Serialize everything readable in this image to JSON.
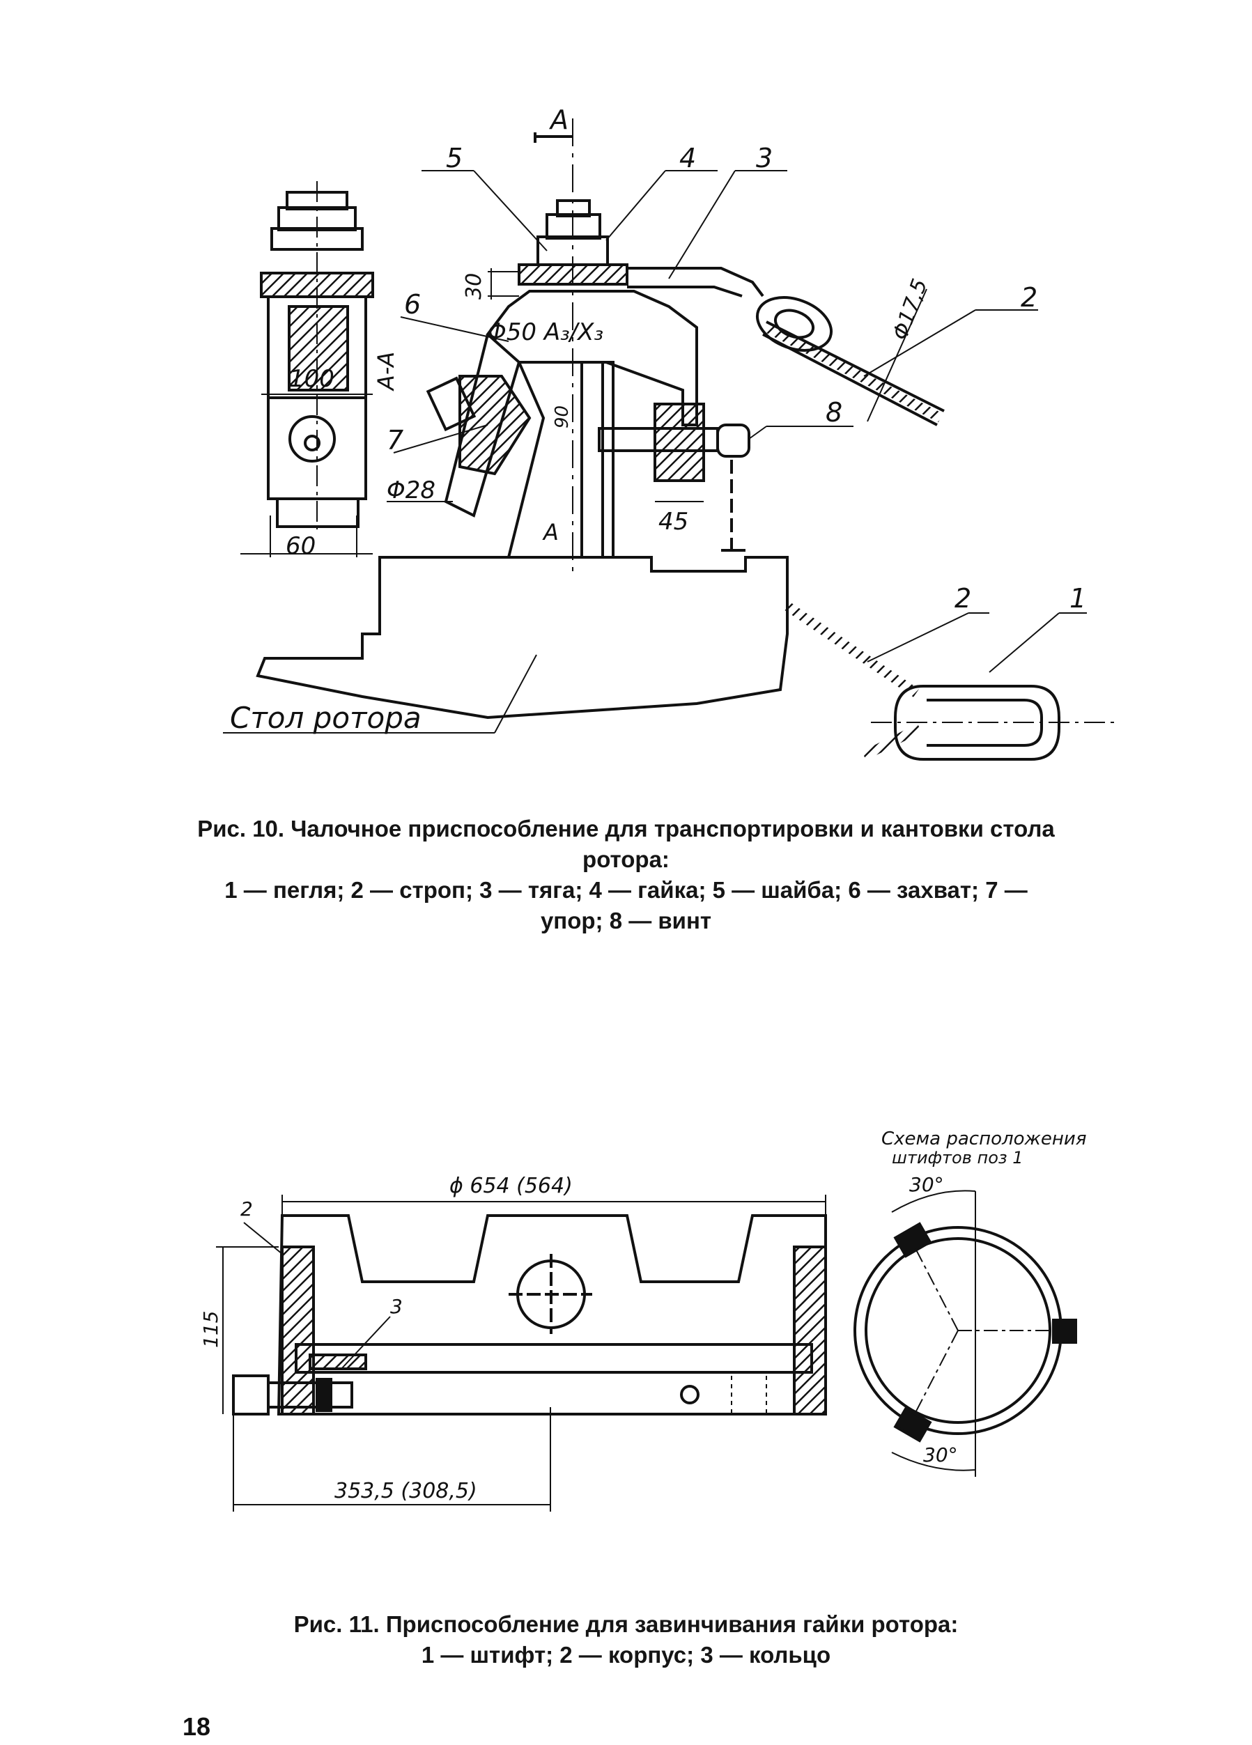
{
  "figure10": {
    "labels": {
      "section_mark": "A",
      "section_view": "A-A",
      "pos1": "1",
      "pos2": "2",
      "pos3": "3",
      "pos4": "4",
      "pos5": "5",
      "pos6": "6",
      "pos7": "7",
      "pos8": "8",
      "dim_30": "30",
      "dim_fit": "Φ50 A₃/X₃",
      "dim_17_5": "Φ17,5",
      "dim_100": "100",
      "dim_60": "60",
      "dim_28": "Φ28",
      "dim_90": "90",
      "dim_45": "45",
      "table_label": "Стол ротора"
    },
    "caption": {
      "title": "Рис. 10. Чалочное приспособление для транспортировки и кантовки стола",
      "title_cont": "ротора:",
      "legend": "1 — пегля;  2 — строп;  3 — тяга;  4 — гайка;  5 — шайба;  6 — захват;  7 —",
      "legend_cont": "упор;  8 — винт"
    }
  },
  "figure11": {
    "labels": {
      "scheme_title": "Схема расположения",
      "scheme_subtitle": "штифтов поз 1",
      "angle_top": "30°",
      "angle_bottom": "30°",
      "dim_diameter": "ϕ 654 (564)",
      "dim_115": "115",
      "dim_353": "353,5 (308,5)",
      "pos2": "2",
      "pos3": "3"
    },
    "caption": {
      "title": "Рис. 11. Приспособление для завинчивания гайки ротора:",
      "legend": "1 — штифт; 2 — корпус; 3 — кольцо"
    }
  },
  "page_number": "18"
}
